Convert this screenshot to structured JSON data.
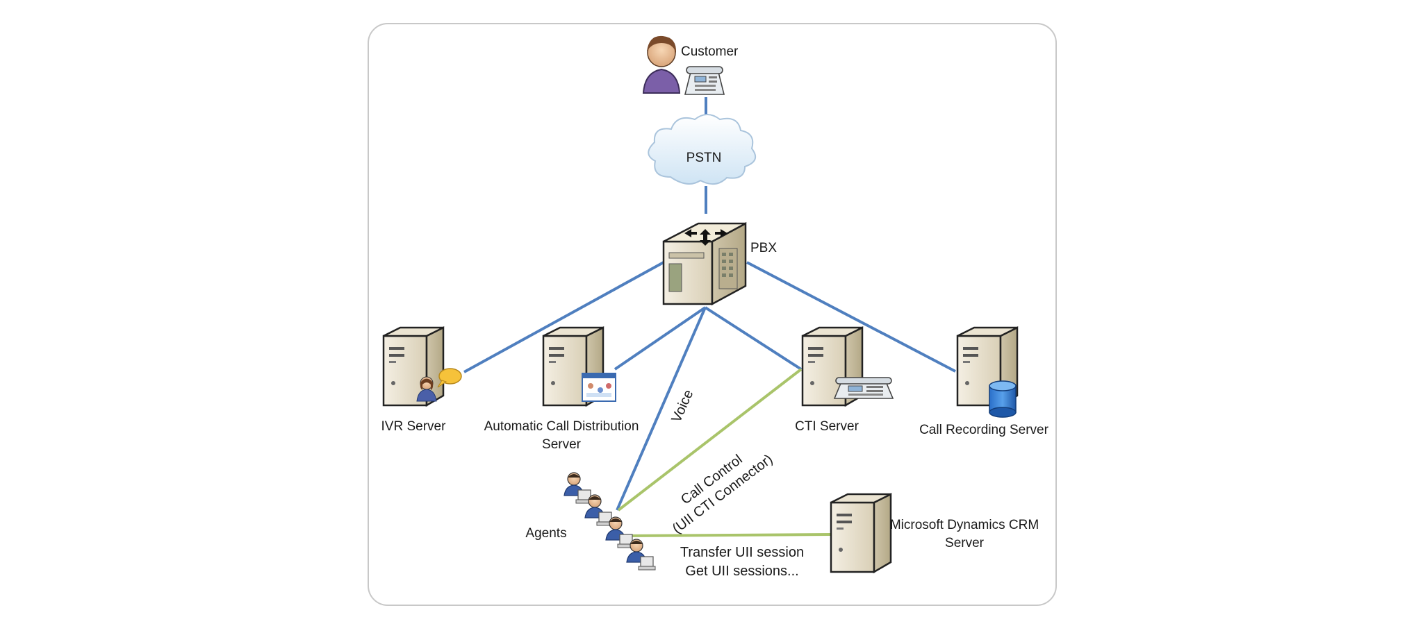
{
  "labels": {
    "customer": "Customer",
    "pstn": "PSTN",
    "pbx": "PBX",
    "ivr": "IVR Server",
    "acd_line1": "Automatic Call Distribution",
    "acd_line2": "Server",
    "cti": "CTI Server",
    "recording": "Call Recording Server",
    "agents": "Agents",
    "voice": "Voice",
    "call_control_line1": "Call Control",
    "call_control_line2": "(UII CTI Connector)",
    "crm_line1": "Microsoft  Dynamics CRM",
    "crm_line2": "Server",
    "transfer_line1": "Transfer UII session",
    "transfer_line2": "Get UII sessions..."
  },
  "colors": {
    "voice_link": "#4f7fbf",
    "data_link": "#a9c46a",
    "frame_border": "#c8c8c8"
  },
  "icons": {
    "customer": "person-with-phone-icon",
    "pstn": "cloud-icon",
    "pbx": "pbx-switch-icon",
    "ivr": "server-with-agent-icon",
    "acd": "server-with-window-icon",
    "cti": "server-with-phone-icon",
    "recording": "server-with-database-icon",
    "agents": "agents-group-icon",
    "crm": "server-icon"
  }
}
